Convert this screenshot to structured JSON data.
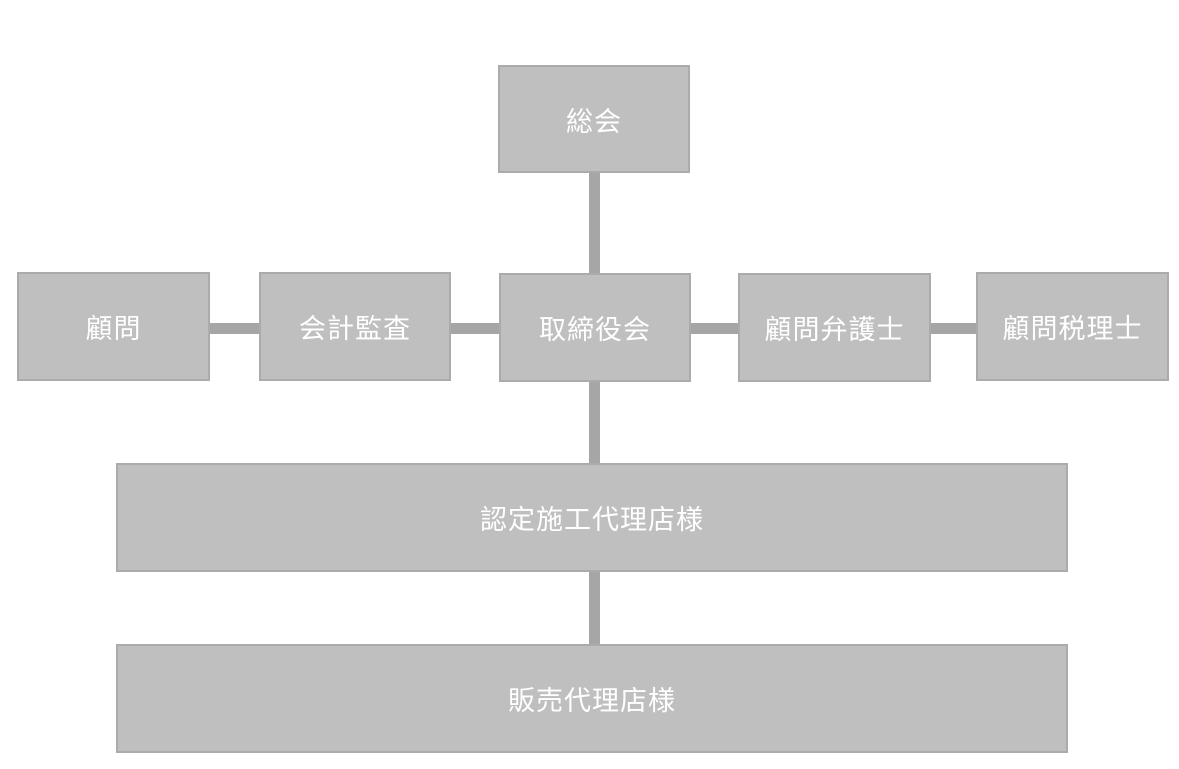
{
  "diagram": {
    "colors": {
      "node_fill": "#bfbfbf",
      "node_border": "#ababab",
      "node_text": "#ffffff",
      "connector": "#a6a6a6"
    },
    "nodes": {
      "general_meeting": "総会",
      "advisor": "顧問",
      "accounting_auditor": "会計監査",
      "board_of_directors": "取締役会",
      "advisory_lawyer": "顧問弁護士",
      "advisory_tax_accountant": "顧問税理士",
      "certified_construction_agents": "認定施工代理店様",
      "sales_agents": "販売代理店様"
    }
  }
}
